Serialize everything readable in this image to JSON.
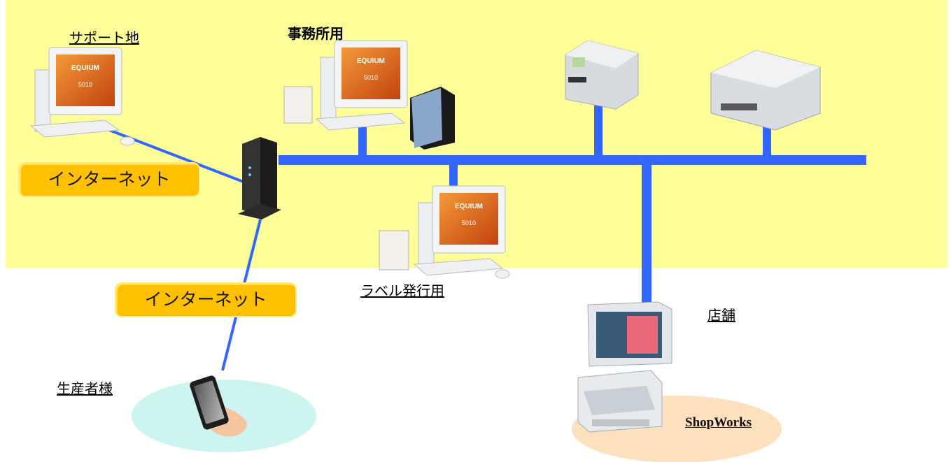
{
  "colors": {
    "zone": "#ffff99",
    "network": "#3366ff",
    "badge": "#ffc000"
  },
  "labels": {
    "support": "サポート地",
    "office": "事務所用",
    "label_printing": "ラベル発行用",
    "store": "店舗",
    "producer": "生産者様",
    "shopworks": "ShopWorks"
  },
  "badges": {
    "internet_1": "インターネット",
    "internet_2": "インターネット"
  },
  "screens": {
    "brand": "EQUIUM",
    "model": "5010"
  },
  "icons": [
    "desktop-pc-icon",
    "router-icon",
    "ups-icon",
    "external-drive-icon",
    "label-printer-icon",
    "laser-printer-icon",
    "pos-terminal-icon",
    "smartphone-hand-icon"
  ]
}
